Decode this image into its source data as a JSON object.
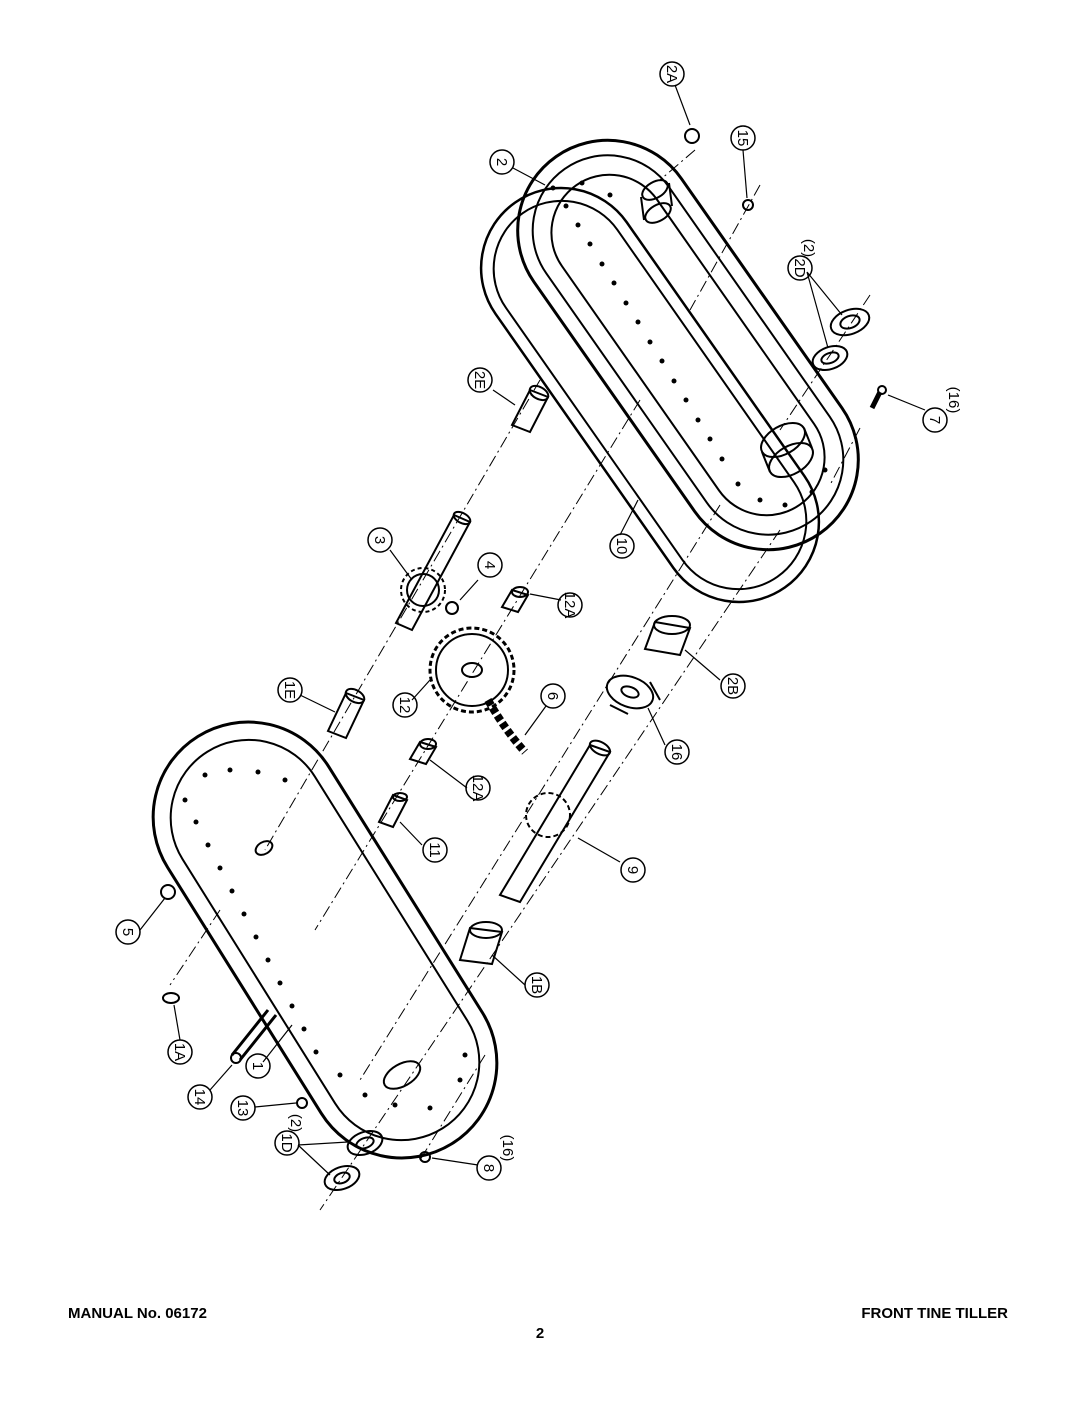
{
  "footer": {
    "manual_label": "MANUAL No. 06172",
    "product_title": "FRONT TINE TILLER",
    "page_number": "2"
  },
  "callouts": [
    {
      "id": "2A",
      "label": "2A"
    },
    {
      "id": "15",
      "label": "15"
    },
    {
      "id": "2",
      "label": "2"
    },
    {
      "id": "2D",
      "label": "2D",
      "qty": "(2)"
    },
    {
      "id": "2E",
      "label": "2E"
    },
    {
      "id": "7",
      "label": "7",
      "qty": "(16)"
    },
    {
      "id": "3",
      "label": "3"
    },
    {
      "id": "4",
      "label": "4"
    },
    {
      "id": "12A-upper",
      "label": "12A"
    },
    {
      "id": "10",
      "label": "10"
    },
    {
      "id": "1E",
      "label": "1E"
    },
    {
      "id": "12",
      "label": "12"
    },
    {
      "id": "6",
      "label": "6"
    },
    {
      "id": "2B",
      "label": "2B"
    },
    {
      "id": "16",
      "label": "16"
    },
    {
      "id": "12A-lower",
      "label": "12A"
    },
    {
      "id": "11",
      "label": "11"
    },
    {
      "id": "9",
      "label": "9"
    },
    {
      "id": "5",
      "label": "5"
    },
    {
      "id": "1B",
      "label": "1B"
    },
    {
      "id": "1A",
      "label": "1A"
    },
    {
      "id": "1",
      "label": "1"
    },
    {
      "id": "14",
      "label": "14"
    },
    {
      "id": "13",
      "label": "13"
    },
    {
      "id": "1D",
      "label": "1D",
      "qty": "(2)"
    },
    {
      "id": "8",
      "label": "8",
      "qty": "(16)"
    }
  ]
}
